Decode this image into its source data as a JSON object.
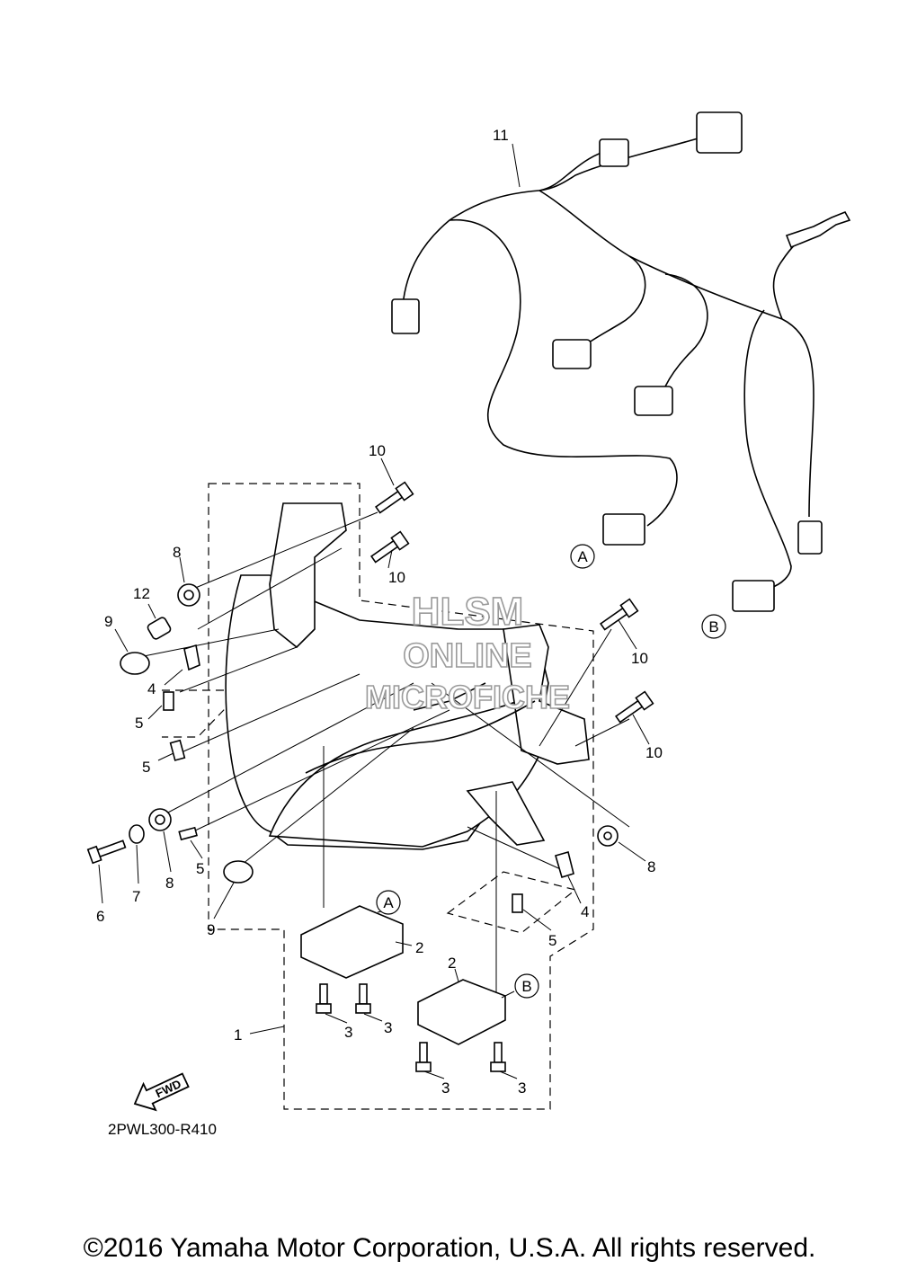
{
  "diagram_code": "2PWL300-R410",
  "copyright": "©2016 Yamaha Motor Corporation, U.S.A. All rights reserved.",
  "watermark": {
    "line1": "HLSM",
    "line2": "ONLINE",
    "line3": "MICROFICHE"
  },
  "fwd_label": "FWD",
  "callouts": {
    "c11": "11",
    "c10a": "10",
    "c10b": "10",
    "c10c": "10",
    "c10d": "10",
    "c8a": "8",
    "c8b": "8",
    "c8c": "8",
    "c12": "12",
    "c9a": "9",
    "c9b": "9",
    "c4a": "4",
    "c4b": "4",
    "c5a": "5",
    "c5b": "5",
    "c5c": "5",
    "c5d": "5",
    "c6": "6",
    "c7": "7",
    "c2a": "2",
    "c2b": "2",
    "c3a": "3",
    "c3b": "3",
    "c3c": "3",
    "c3d": "3",
    "c1": "1"
  },
  "circle_labels": {
    "a1": "A",
    "b1": "B",
    "a2": "A",
    "b2": "B"
  }
}
